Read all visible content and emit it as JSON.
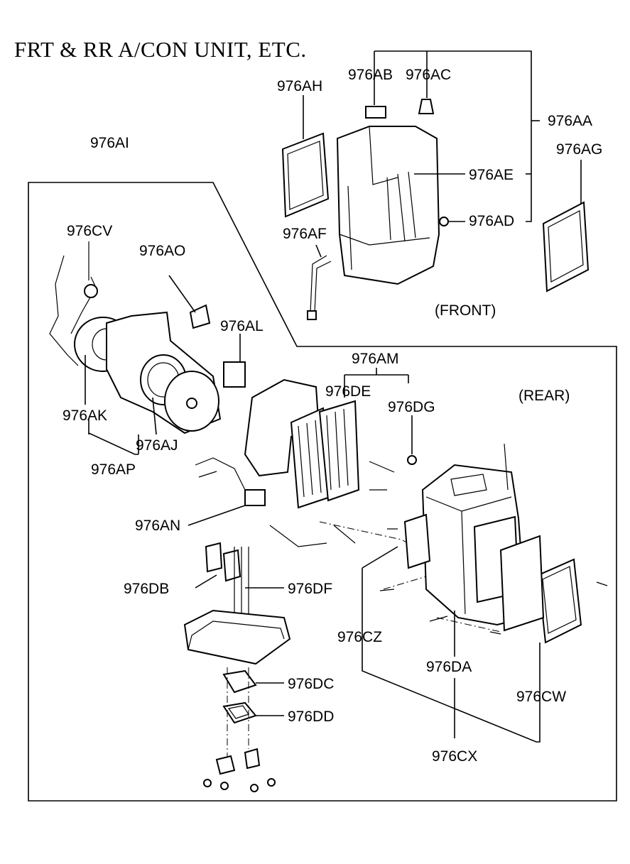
{
  "title": "FRT & RR A/CON UNIT, ETC.",
  "views": {
    "front": "(FRONT)",
    "rear": "(REAR)"
  },
  "parts": {
    "p976AA": "976AA",
    "p976AB": "976AB",
    "p976AC": "976AC",
    "p976AD": "976AD",
    "p976AE": "976AE",
    "p976AF": "976AF",
    "p976AG": "976AG",
    "p976AH": "976AH",
    "p976AI": "976AI",
    "p976AJ": "976AJ",
    "p976AK": "976AK",
    "p976AL": "976AL",
    "p976AM": "976AM",
    "p976AN": "976AN",
    "p976AO": "976AO",
    "p976AP": "976AP",
    "p976CV": "976CV",
    "p976CW": "976CW",
    "p976CX": "976CX",
    "p976CZ": "976CZ",
    "p976DA": "976DA",
    "p976DB": "976DB",
    "p976DC": "976DC",
    "p976DD": "976DD",
    "p976DE": "976DE",
    "p976DF": "976DF",
    "p976DG": "976DG"
  }
}
